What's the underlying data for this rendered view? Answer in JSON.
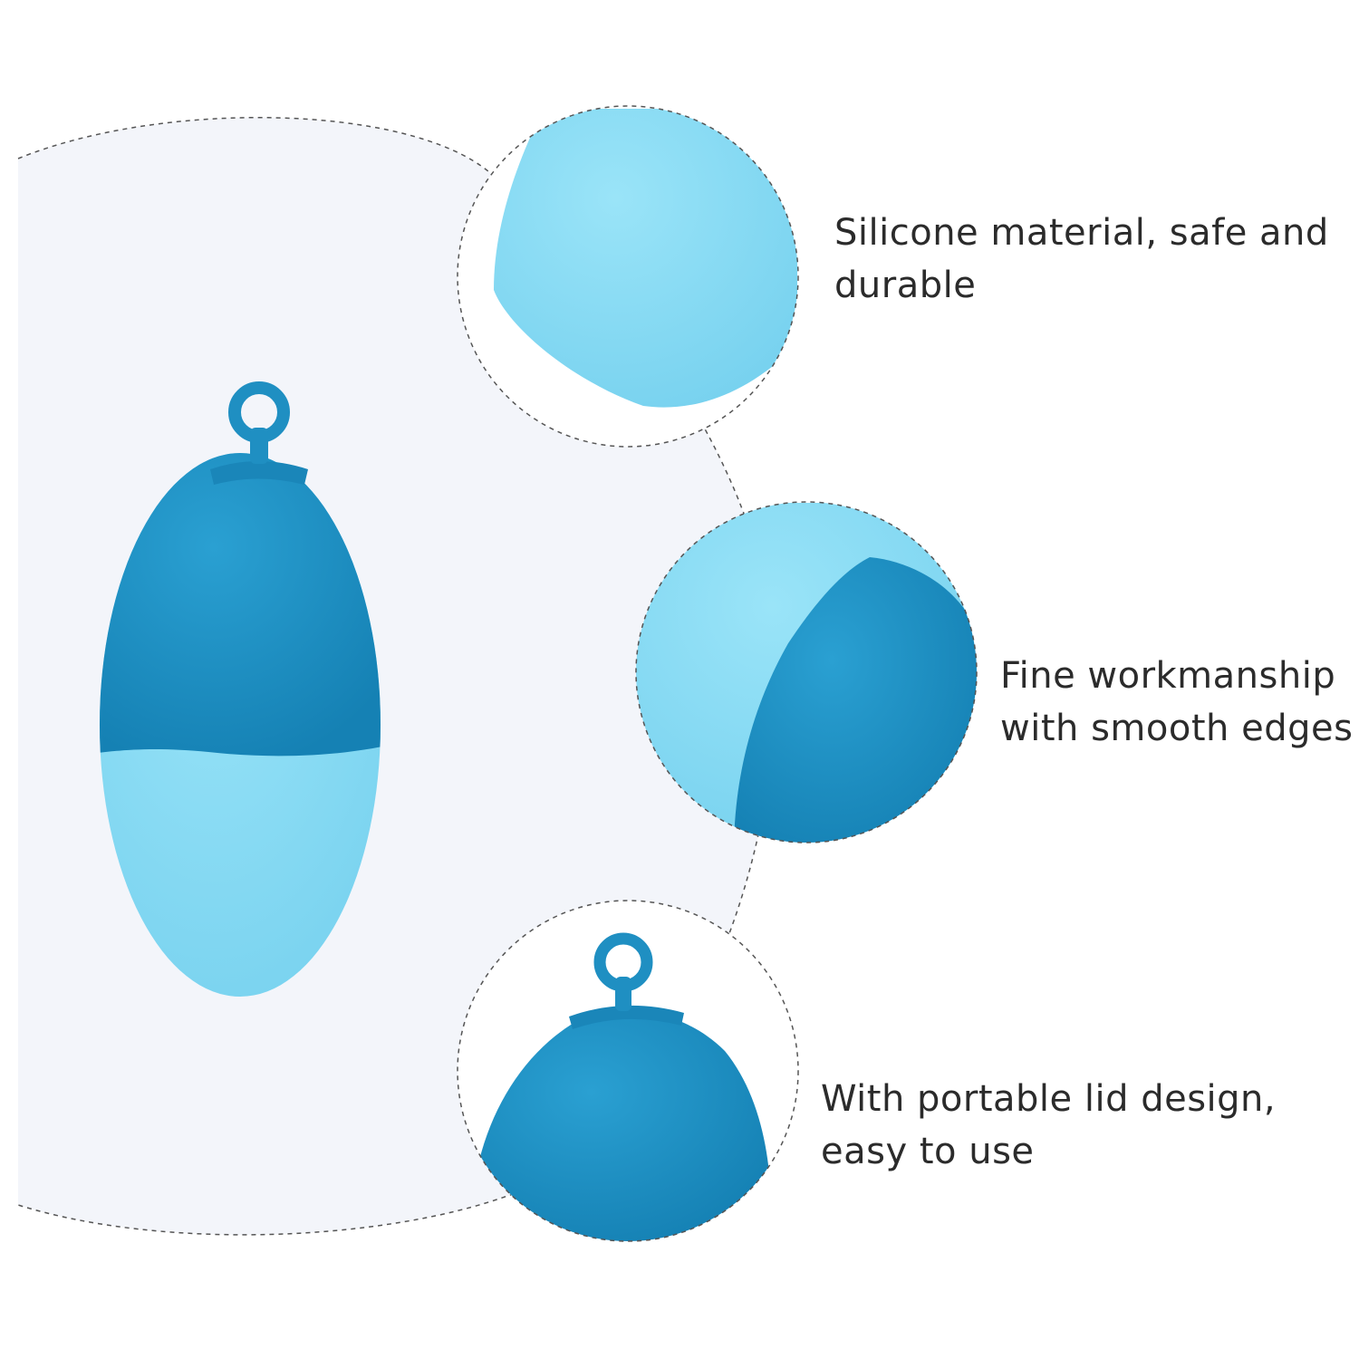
{
  "features": [
    {
      "line1": "Silicone material, safe and",
      "line2": "durable"
    },
    {
      "line1": "Fine workmanship",
      "line2": "with smooth edges"
    },
    {
      "line1": "With portable lid design,",
      "line2": "easy to use"
    }
  ],
  "colors": {
    "background": "#ffffff",
    "panel": "#f3f5fa",
    "dark_blue": "#1f8fc2",
    "light_blue": "#8bdbf3",
    "text": "#2b2b2b",
    "dashed_outline": "#555555"
  },
  "icons": [
    "silicone-case-full-image",
    "silicone-case-bottom-closeup",
    "silicone-case-seam-closeup",
    "silicone-case-lid-closeup"
  ]
}
